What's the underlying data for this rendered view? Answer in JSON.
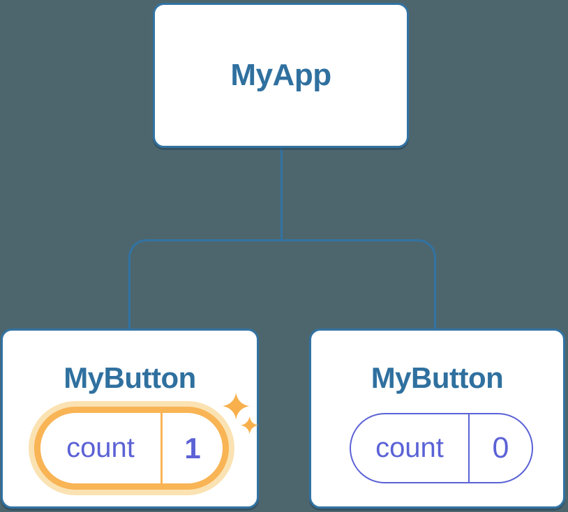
{
  "tree": {
    "root": {
      "label": "MyApp"
    },
    "children": [
      {
        "label": "MyButton",
        "state": {
          "key": "count",
          "value": "1"
        },
        "highlighted": true
      },
      {
        "label": "MyButton",
        "state": {
          "key": "count",
          "value": "0"
        },
        "highlighted": false
      }
    ]
  },
  "icons": {
    "sparkles": "two four-point star glyphs marking updated state"
  },
  "colors": {
    "background": "#4d666e",
    "node_border": "#3273a3",
    "node_label": "#2f709f",
    "state_text": "#5b62d6",
    "highlight_border": "#f8b455",
    "highlight_glow": "#fbe2b2",
    "sparkle": "#f7b04c"
  }
}
